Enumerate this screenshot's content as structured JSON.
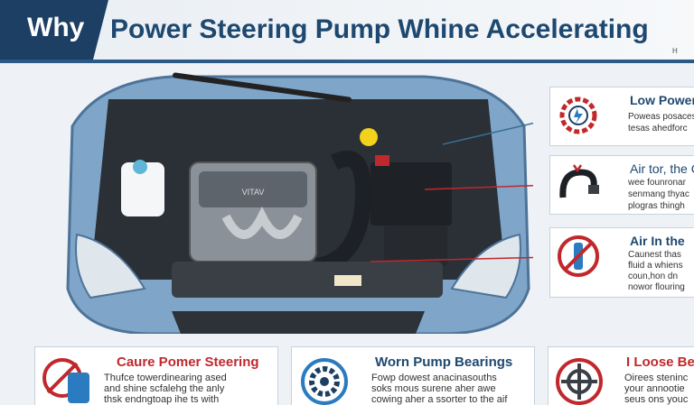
{
  "header": {
    "why": "Why",
    "title": "Power Steering Pump Whine Accelerating",
    "mark": "H"
  },
  "engine": {
    "badge": "VITAV"
  },
  "callouts": [
    {
      "title": "Low Power",
      "lines": [
        "Poweas posaces",
        "tesas ahedforc"
      ]
    },
    {
      "title": "Air tor, the C",
      "lines": [
        "wee founronar",
        "senmang thyac",
        "plogras thingh"
      ]
    },
    {
      "title": "Air In the",
      "lines": [
        "Caunest thas",
        "fluid a whiens",
        "coun,hon dn",
        "nowor flouring"
      ]
    }
  ],
  "cards": [
    {
      "title": "Caure Pomer Steering",
      "lines": [
        "Thufce towerdinearing ased",
        "and shine scfalehg the anly",
        "thsk endngtoap ihe ts with"
      ]
    },
    {
      "title": "Worn Pump Bearings",
      "lines": [
        "Fowp dowest anacinasouths",
        "soks mous surene aher awe",
        "cowing aher a ssorter to the aif"
      ]
    },
    {
      "title": "I Loose Be",
      "lines": [
        "Oirees steninc",
        "your annootie",
        "seus ons youc"
      ]
    }
  ],
  "colors": {
    "navy": "#1c3f63",
    "title": "#1d4870",
    "accent": "#c0282d",
    "car": "#7fa6c9"
  }
}
